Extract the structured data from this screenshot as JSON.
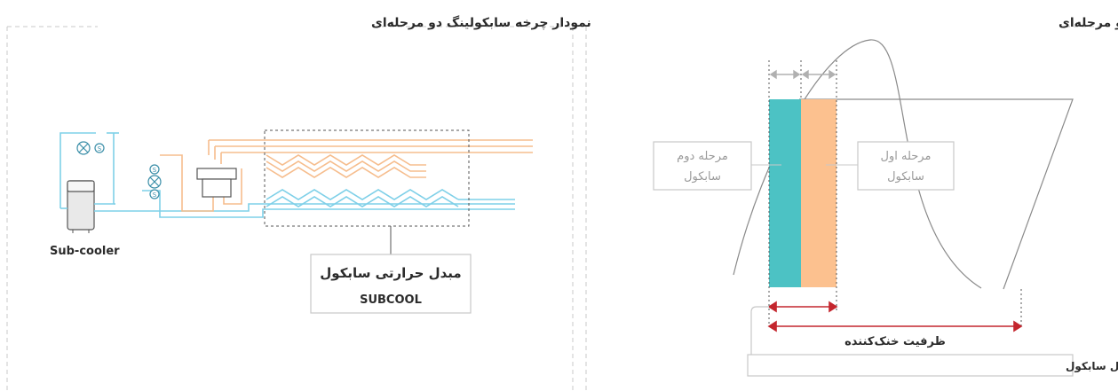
{
  "left_panel": {
    "title": "نمودار چرخه سابکولینگ دو مرحله‌ای",
    "subcooler_label": "Sub-cooler",
    "valve_symbol": "S",
    "exchanger_box": {
      "title": "مبدل حرارتی سابکول",
      "subtitle": "SUBCOOL"
    }
  },
  "right_panel": {
    "title": "نمودار آنتالپی فشار سابکول دو مرحله‌ای",
    "stage_two": {
      "line1": "مرحله دوم",
      "line2": "سابکول"
    },
    "stage_one": {
      "line1": "مرحله اول",
      "line2": "سابکول"
    },
    "cooling_capacity_label": "ظرفیت خنک‌کننده",
    "capacity_increase_label": "افزایش ظرفیت سرمایش در سیکل سابکول"
  },
  "colors": {
    "teal": "#4cc2c4",
    "orange": "#fcc18f",
    "pipe_blue": "#7fd0e8",
    "pipe_orange": "#f6bd8d",
    "arrow_red": "#c4262e",
    "gray_line": "#8a8a8a",
    "dashed": "#c8c8c8"
  }
}
